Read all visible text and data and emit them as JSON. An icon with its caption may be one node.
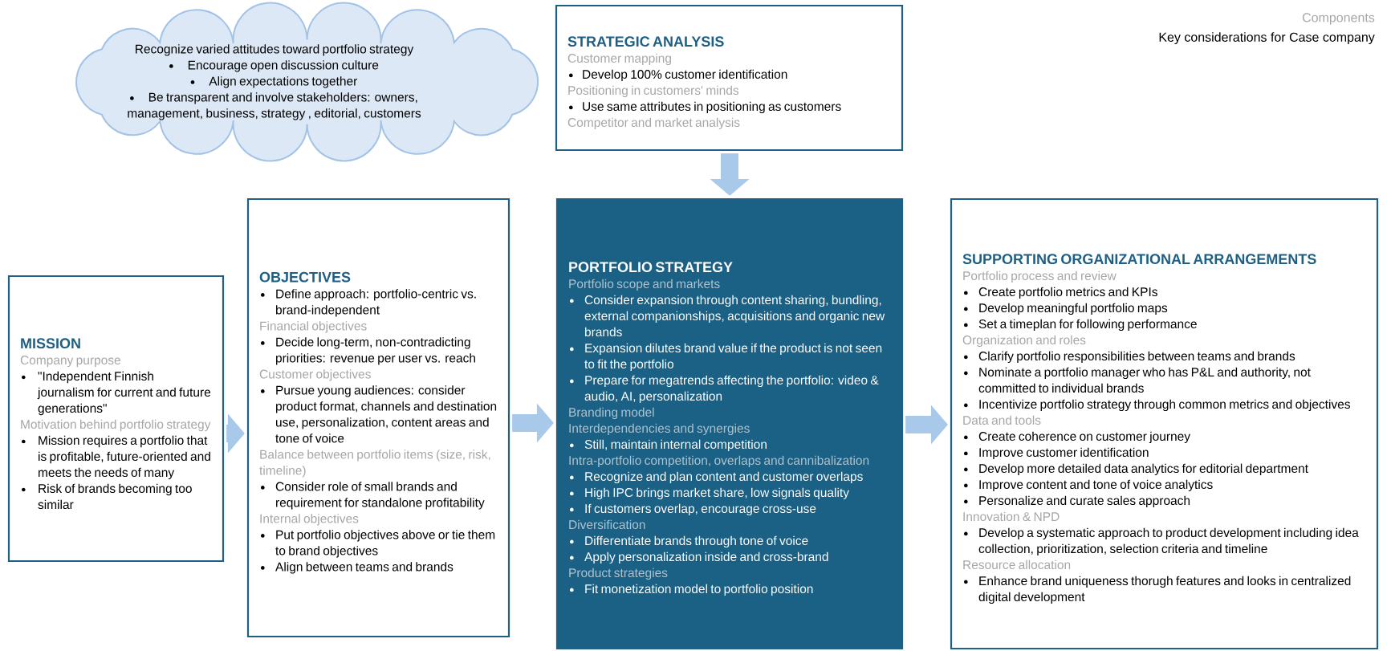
{
  "diagram": {
    "nodes": [
      {
        "text": [
          "Recognize varied attitudes toward portfolio strategy",
          "Encourage open discussion culture",
          "Align expectations together",
          "Be transparent and involve stakeholders: owners, management, business, strategy , editorial, customers"
        ]
      },
      {
        "text": [
          "STRATEGIC ANALYSIS",
          "Customer mapping",
          "Develop 100% customer identification",
          "Positioning in customers' minds",
          "Use same attributes in positioning as customers",
          "Competitor and market analysis"
        ]
      },
      {
        "text": [
          "MISSION",
          "Company purpose",
          "\"Independent Finnish journalism for current and future generations\"",
          "Motivation behind portfolio strategy",
          "Mission requires a portfolio that is profitable, future-oriented and meets the needs of many",
          "Risk of brands becoming too similar"
        ]
      },
      {
        "text": [
          "OBJECTIVES",
          "Define approach: portfolio-centric vs. brand-independent",
          "Financial objectives",
          "Decide long-term, non-contradicting priorities: revenue per user vs. reach",
          "Customer objectives",
          "Pursue young audiences: consider product format, channels and destination use, personalization, content areas and tone of voice",
          "Balance between portfolio items (size, risk, timeline)",
          "Consider role of small brands and requirement for standalone profitability",
          "Internal objectives",
          "Put portfolio objectives above or tie them to brand objectives",
          "Align between teams and brands"
        ]
      },
      {
        "text": [
          "PORTFOLIO STRATEGY",
          "Portfolio scope and markets",
          "Consider expansion through content sharing, bundling, external companionships, acquisitions and organic new brands",
          "Expansion dilutes brand value if the product is not seen to fit the portfolio",
          "Prepare for megatrends affecting the portfolio: video & audio, AI, personalization",
          "Branding model",
          "Interdependencies and synergies",
          "Still, maintain internal competition",
          "Intra-portfolio competition, overlaps and cannibalization",
          "Recognize and plan content and customer overlaps",
          "High IPC brings market share, low signals quality",
          "If customers overlap, encourage cross-use",
          "Diversification",
          "Differentiate brands through tone of voice",
          "Apply personalization inside and cross-brand",
          "Product strategies",
          "Fit monetization model to portfolio position"
        ]
      },
      {
        "text": [
          "SUPPORTING ORGANIZATIONAL ARRANGEMENTS",
          "Portfolio process and review",
          "Create portfolio metrics and KPIs",
          "Develop meaningful portfolio maps",
          "Set a timeplan for following performance",
          "Organization and roles",
          "Clarify portfolio responsibilities between teams and brands",
          "Nominate a portfolio manager who has P&L and authority, not committed to individual brands",
          "Incentivize portfolio strategy through common metrics and objectives",
          "Data and tools",
          "Create coherence on customer journey",
          "Improve customer identification",
          "Develop more detailed data analytics for editorial department",
          "Improve content and tone of voice analytics",
          "Personalize and curate sales approach",
          "Innovation & NPD",
          "Develop a systematic approach to product development including idea collection, prioritization, selection criteria and timeline",
          "Resource allocation",
          "Enhance brand uniqueness thorugh features and looks in centralized digital development"
        ]
      }
    ],
    "edges": [
      {
        "from": 1,
        "to": 4,
        "arrow": "to"
      },
      {
        "from": 2,
        "to": 3,
        "arrow": "to"
      },
      {
        "from": 3,
        "to": 4,
        "arrow": "to"
      },
      {
        "from": 4,
        "to": 5,
        "arrow": "to"
      }
    ],
    "labels": [
      "Components",
      "Key considerations for Case company"
    ]
  }
}
